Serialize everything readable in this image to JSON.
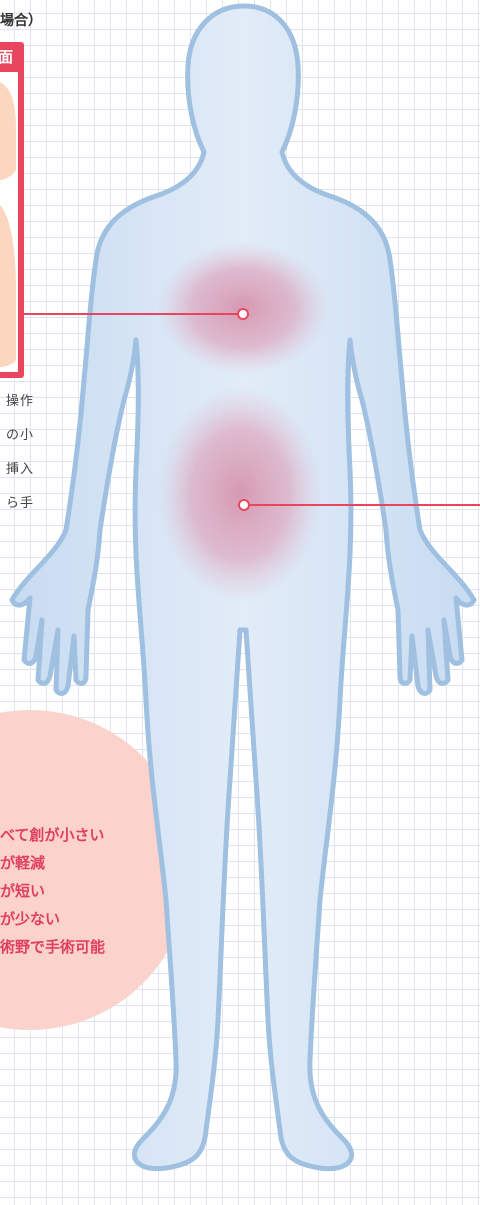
{
  "caption": "場合）",
  "panel_title": "面",
  "side_text": [
    "操作",
    "の小",
    "挿入",
    "ら手"
  ],
  "benefits": [
    "べて創が小さい",
    "が軽減",
    "が短い",
    "が少ない",
    "術野で手術可能"
  ],
  "colors": {
    "accent": "#e8465e",
    "body_fill": "#dbe7f6",
    "body_stroke": "#9fc0e0",
    "organ": "#d994ad",
    "panel_fill": "#fdd6bf",
    "benefit_circle": "#fbd3cc",
    "grid": "#dfe4ef"
  }
}
